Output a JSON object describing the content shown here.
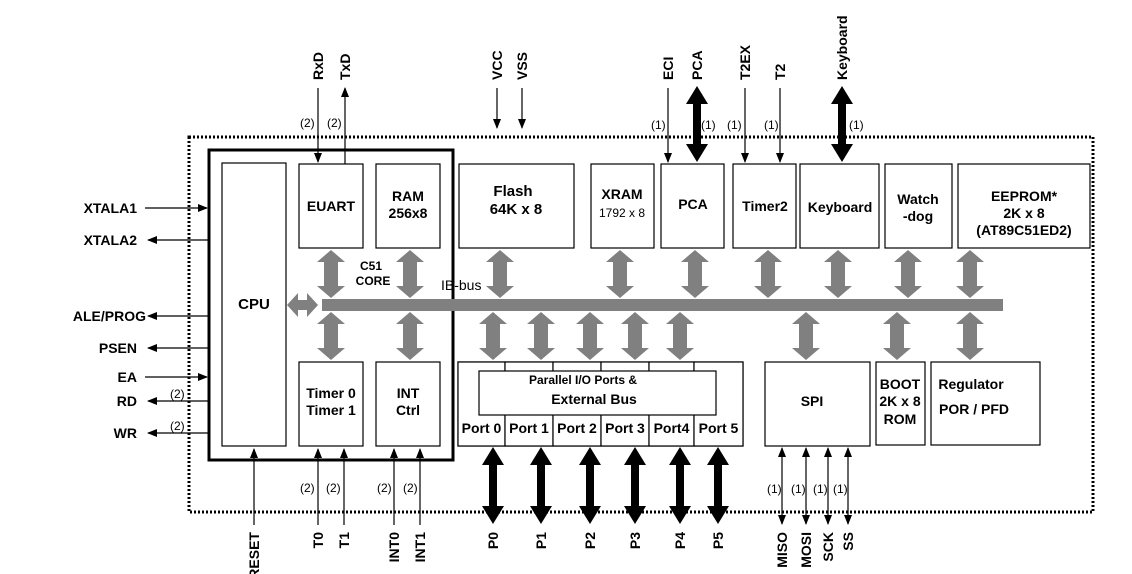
{
  "colors": {
    "bus": "#808080",
    "line": "#000000"
  },
  "core": {
    "cpu": "CPU",
    "euart": "EUART",
    "ram": [
      "RAM",
      "256x8"
    ],
    "core_label": [
      "C51",
      "CORE"
    ],
    "timers": [
      "Timer 0",
      "Timer 1"
    ],
    "int": [
      "INT",
      "Ctrl"
    ]
  },
  "bus_label": "IB-bus",
  "blocks": {
    "flash": [
      "Flash",
      "64K x 8"
    ],
    "xram": [
      "XRAM",
      "1792 x 8"
    ],
    "pca": "PCA",
    "timer2": "Timer2",
    "keyboard": "Keyboard",
    "watchdog": [
      "Watch",
      "-dog"
    ],
    "eeprom": [
      "EEPROM*",
      "2K x 8",
      "(AT89C51ED2)"
    ],
    "parallel": [
      "Parallel I/O Ports &",
      "External Bus"
    ],
    "ports": [
      "Port 0",
      "Port 1",
      "Port 2",
      "Port 3",
      "Port4",
      "Port 5"
    ],
    "spi": "SPI",
    "boot": [
      "BOOT",
      "2K x 8",
      "ROM"
    ],
    "regulator": [
      "Regulator",
      "POR / PFD"
    ]
  },
  "left_signals": [
    "XTALA1",
    "XTALA2",
    "ALE/PROG",
    "PSEN",
    "EA",
    "RD",
    "WR"
  ],
  "left_counts": [
    "(2)",
    "(2)"
  ],
  "top_signals": [
    "RxD",
    "TxD",
    "VCC",
    "VSS",
    "ECI",
    "PCA",
    "T2EX",
    "T2",
    "Keyboard"
  ],
  "top_counts": [
    "(2)",
    "(2)",
    "(1)",
    "(1)",
    "(1)",
    "(1)",
    "(1)"
  ],
  "bottom_signals": [
    "RESET",
    "T0",
    "T1",
    "INT0",
    "INT1",
    "P0",
    "P1",
    "P2",
    "P3",
    "P4",
    "P5",
    "MISO",
    "MOSI",
    "SCK",
    "SS"
  ],
  "bottom_counts": [
    "(2)",
    "(2)",
    "(2)",
    "(2)",
    "(1)",
    "(1)",
    "(1)",
    "(1)"
  ]
}
